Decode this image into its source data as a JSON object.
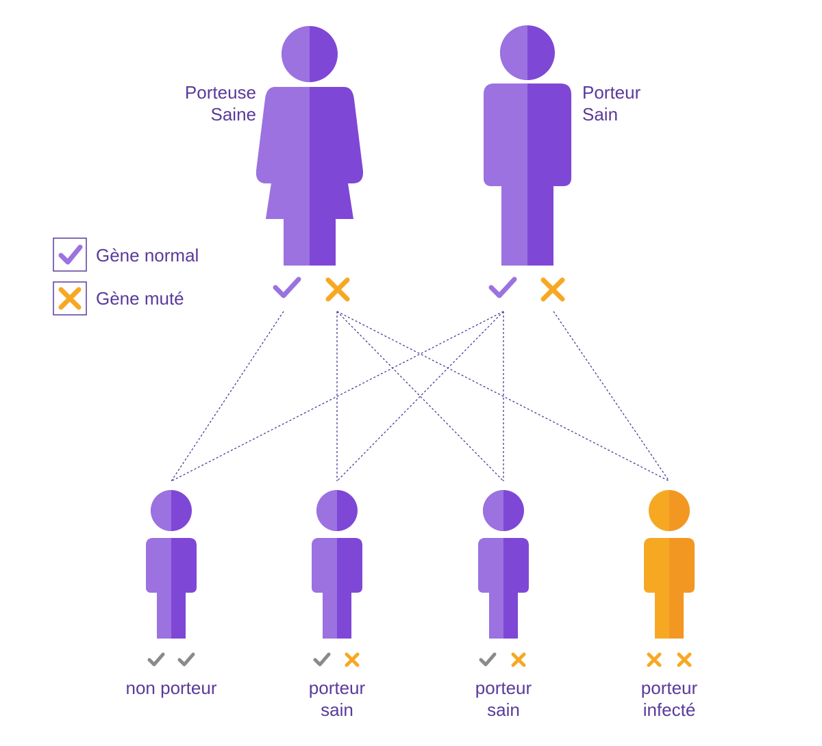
{
  "colors": {
    "purple_light": "#9b72e0",
    "purple_dark": "#7f47d6",
    "orange_light": "#f7a823",
    "orange_dark": "#f29822",
    "check_grey": "#8a8a8a",
    "text": "#5a3a9a",
    "line": "#4b3a9a"
  },
  "legend": {
    "normal_label": "Gène normal",
    "mutated_label": "Gène muté",
    "normal_icon": "check-icon",
    "mutated_icon": "cross-icon"
  },
  "parents": {
    "mother": {
      "line1": "Porteuse",
      "line2": "Saine",
      "genes": [
        "normal",
        "muté"
      ]
    },
    "father": {
      "line1": "Porteur",
      "line2": "Sain",
      "genes": [
        "normal",
        "muté"
      ]
    }
  },
  "children": [
    {
      "line1": "non porteur",
      "line2": "",
      "genes": [
        "normal",
        "normal"
      ],
      "status": "non porteur"
    },
    {
      "line1": "porteur",
      "line2": "sain",
      "genes": [
        "normal",
        "muté"
      ],
      "status": "porteur sain"
    },
    {
      "line1": "porteur",
      "line2": "sain",
      "genes": [
        "normal",
        "muté"
      ],
      "status": "porteur sain"
    },
    {
      "line1": "porteur",
      "line2": "infecté",
      "genes": [
        "muté",
        "muté"
      ],
      "status": "porteur infecté"
    }
  ]
}
